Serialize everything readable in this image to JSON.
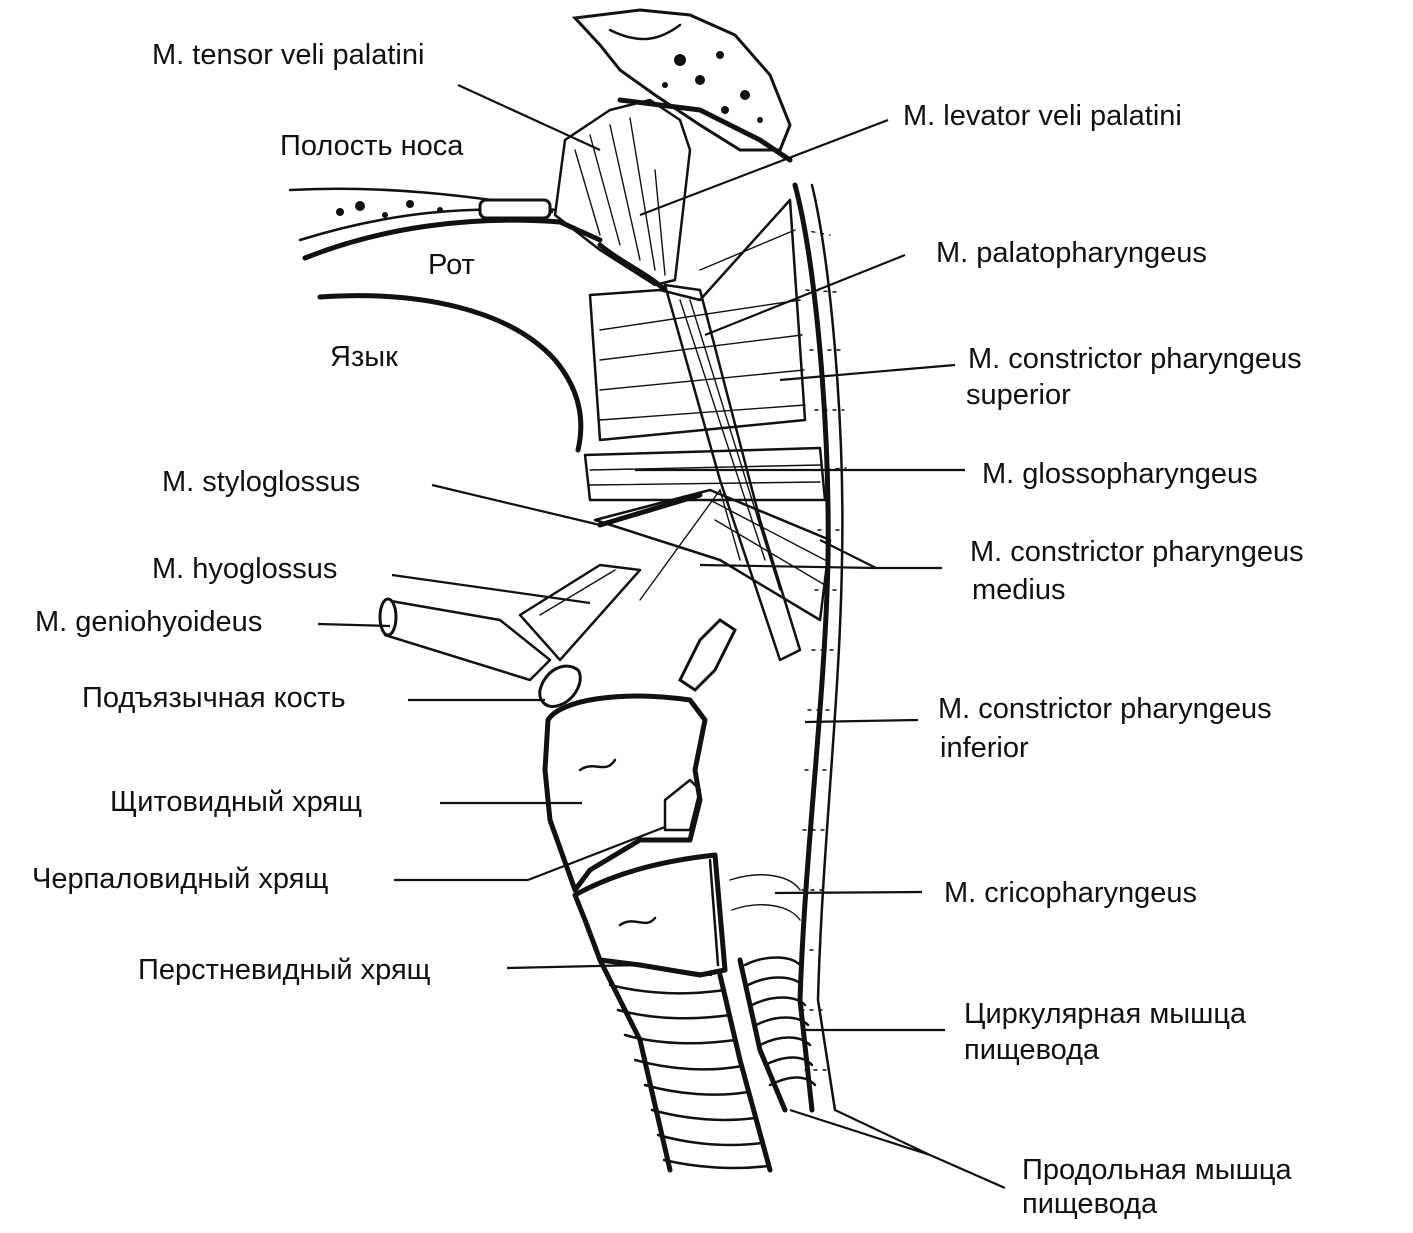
{
  "labels": {
    "tensor_veli_palatini": "M. tensor veli palatini",
    "nasal_cavity": "Полость носа",
    "mouth": "Рот",
    "tongue": "Язык",
    "styloglossus": "M. styloglossus",
    "hyoglossus": "M. hyoglossus",
    "geniohyoideus": "M. geniohyoideus",
    "hyoid_bone": "Подъязычная кость",
    "thyroid_cartilage": "Щитовидный хрящ",
    "arytenoid_cartilage": "Черпаловидный хрящ",
    "cricoid_cartilage": "Перстневидный хрящ",
    "levator_veli_palatini": "M. levator  veli palatini",
    "palatopharyngeus": "M. palatopharyngeus",
    "constrictor_superior_line1": "M. constrictor  pharyngeus",
    "constrictor_superior_line2": "superior",
    "glossopharyngeus": "M. glossopharyngeus",
    "constrictor_medius_line1": "M. constrictor  pharyngeus",
    "constrictor_medius_line2": "medius",
    "constrictor_inferior_line1": "M. constrictor  pharyngeus",
    "constrictor_inferior_line2": "inferior",
    "cricopharyngeus": "M. cricopharyngeus",
    "circular_muscle_line1": "Циркулярная мышца",
    "circular_muscle_line2": "пищевода",
    "longitudinal_muscle_line1": "Продольная мышца",
    "longitudinal_muscle_line2": "пищевода"
  }
}
